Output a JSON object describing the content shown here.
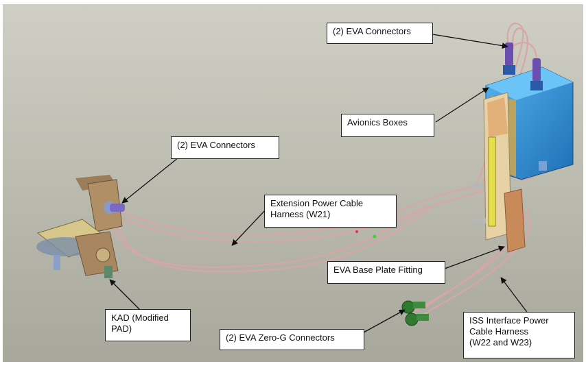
{
  "labels": {
    "eva_connectors_top": "(2) EVA Connectors",
    "avionics_boxes": "Avionics Boxes",
    "eva_connectors_left": "(2) EVA Connectors",
    "extension_power_cable": "Extension Power Cable\nHarness (W21)",
    "eva_base_plate": "EVA Base Plate Fitting",
    "kad": "KAD (Modified\nPAD)",
    "zero_g_connectors": "(2) EVA Zero-G Connectors",
    "iss_interface": "ISS Interface Power\nCable Harness\n(W22 and W23)"
  },
  "colors": {
    "background_top": "#c9c9bf",
    "background_bottom": "#a9a99c",
    "cable": "#d9a6a6",
    "avionics_box": "#2f8fd8",
    "base_plate": "#e8d2a8",
    "connector": "#6a4fb0",
    "zero_g_connector": "#2f7a2f"
  }
}
